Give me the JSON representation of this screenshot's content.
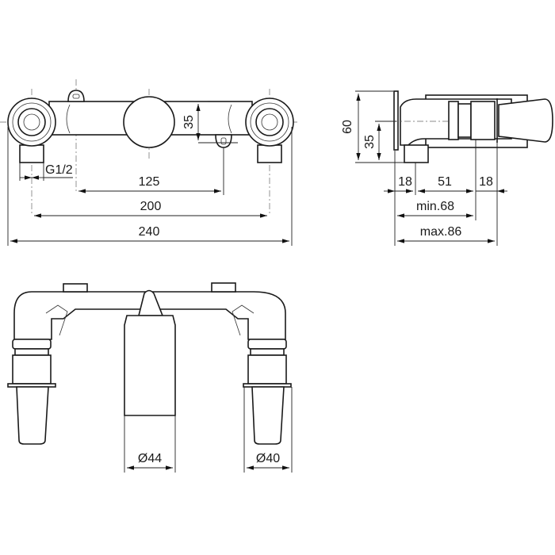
{
  "front_view": {
    "thread_label": "G1/2",
    "dim_height": "35",
    "dim_inner_spacing": "125",
    "dim_center_spacing": "200",
    "dim_overall_width": "240"
  },
  "side_view": {
    "dim_total_height": "60",
    "dim_axis_height": "35",
    "dim_segment_1": "18",
    "dim_segment_2": "51",
    "dim_segment_3": "18",
    "dim_min_depth": "min.68",
    "dim_max_depth": "max.86"
  },
  "top_view": {
    "dim_center_diameter": "Ø44",
    "dim_outlet_diameter": "Ø40"
  }
}
